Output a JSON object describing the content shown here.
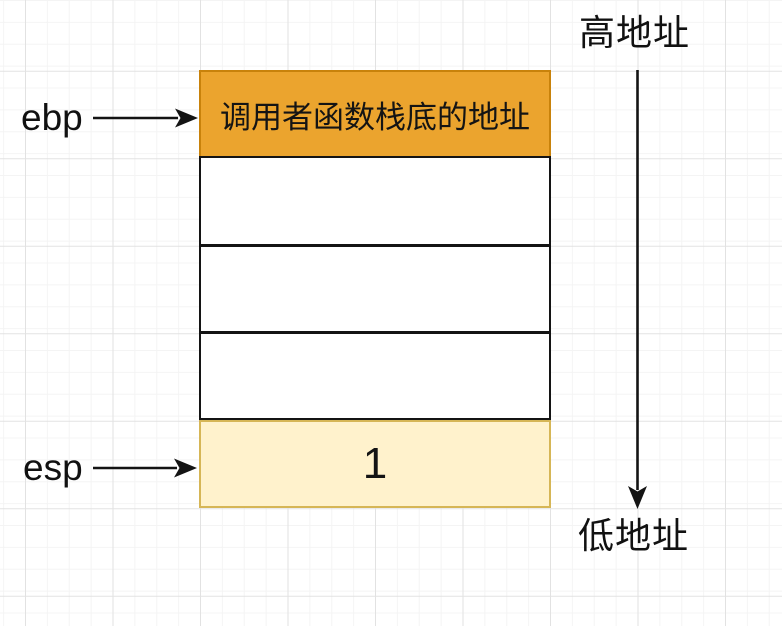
{
  "diagram": {
    "type": "stack-memory-diagram",
    "registers": {
      "ebp": "ebp",
      "esp": "esp"
    },
    "stack": {
      "top_cell": {
        "text": "调用者函数栈底的地址",
        "fill": "#EBA42E",
        "border": "#C8820B"
      },
      "empty_cell_count": 3,
      "bottom_cell": {
        "text": "1",
        "fill": "#FFF2CC",
        "border": "#D6B656"
      }
    },
    "address_axis": {
      "high": "高地址",
      "low": "低地址"
    },
    "colors": {
      "line": "#141414",
      "grid_minor": "#f4f4f4",
      "grid_major": "#e2e2e2",
      "background": "#ffffff"
    }
  }
}
